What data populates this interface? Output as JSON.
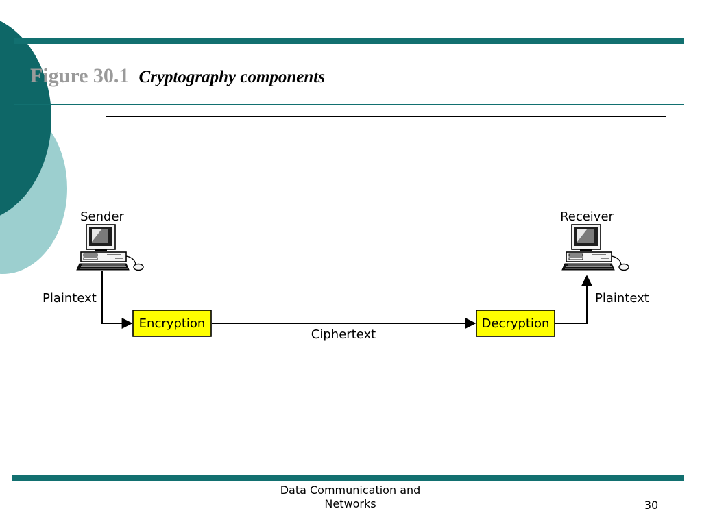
{
  "title": {
    "figure_number": "Figure 30.1",
    "caption": "Cryptography components"
  },
  "diagram": {
    "sender_label": "Sender",
    "receiver_label": "Receiver",
    "plaintext_left": "Plaintext",
    "plaintext_right": "Plaintext",
    "encryption_label": "Encryption",
    "decryption_label": "Decryption",
    "ciphertext_label": "Ciphertext",
    "box_fill": "#ffff00"
  },
  "footer": {
    "course_line1": "Data Communication and",
    "course_line2": "Networks",
    "page_number": "30"
  },
  "theme": {
    "primary": "#127070",
    "dark": "#0e6767",
    "light": "#9ccfcf"
  }
}
